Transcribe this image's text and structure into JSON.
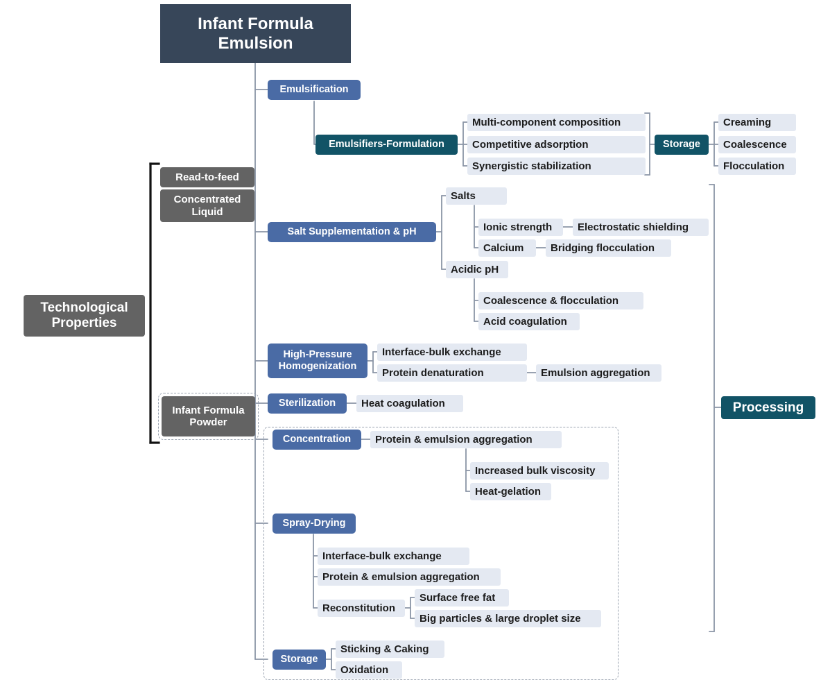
{
  "diagram": {
    "title": "Infant Formula Emulsion",
    "type": "mind-map",
    "root": {
      "label": "Infant Formula Emulsion"
    },
    "left_group": {
      "label": "Technological Properties",
      "items": [
        {
          "label": "Read-to-feed"
        },
        {
          "label": "Concentrated Liquid"
        },
        {
          "label": "Infant Formula Powder"
        }
      ]
    },
    "right_group": {
      "label": "Processing"
    },
    "branches": [
      {
        "label": "Emulsification",
        "child": {
          "label": "Emulsifiers-Formulation",
          "leaves": [
            "Multi-component composition",
            "Competitive adsorption",
            "Synergistic stabilization"
          ],
          "next": {
            "label": "Storage",
            "leaves": [
              "Creaming",
              "Coalescence",
              "Flocculation"
            ]
          }
        }
      },
      {
        "label": "Salt Supplementation & pH",
        "groups": [
          {
            "label": "Salts",
            "leaves": [
              {
                "label": "Ionic strength",
                "effect": "Electrostatic shielding"
              },
              {
                "label": "Calcium",
                "effect": "Bridging flocculation"
              }
            ]
          },
          {
            "label": "Acidic pH",
            "leaves": [
              {
                "label": "Coalescence & flocculation",
                "effect": null
              },
              {
                "label": "Acid coagulation",
                "effect": null
              }
            ]
          }
        ]
      },
      {
        "label": "High-Pressure Homogenization",
        "leaves": [
          {
            "label": "Interface-bulk exchange",
            "effect": null
          },
          {
            "label": "Protein denaturation",
            "effect": "Emulsion aggregation"
          }
        ]
      },
      {
        "label": "Sterilization",
        "leaves": [
          {
            "label": "Heat coagulation",
            "effect": null
          }
        ]
      },
      {
        "label": "Concentration",
        "leaves": [
          {
            "label": "Protein & emulsion aggregation",
            "effect": null
          }
        ],
        "sub_leaves": [
          "Increased bulk viscosity",
          "Heat-gelation"
        ]
      },
      {
        "label": "Spray-Drying",
        "leaves": [
          {
            "label": "Interface-bulk exchange"
          },
          {
            "label": "Protein & emulsion aggregation"
          },
          {
            "label": "Reconstitution",
            "sub_leaves": [
              "Surface free fat",
              "Big particles & large droplet size"
            ]
          }
        ]
      },
      {
        "label": "Storage",
        "leaves": [
          {
            "label": "Sticking & Caking"
          },
          {
            "label": "Oxidation"
          }
        ]
      }
    ],
    "colors": {
      "root": "#374659",
      "primary_branch": "#4a6ba5",
      "accent_teal": "#115366",
      "leaf_chip": "#e4e9f2",
      "category_grey": "#636363",
      "connector": "#8b95a6",
      "bracket_black": "#111111",
      "background": "#ffffff"
    }
  }
}
